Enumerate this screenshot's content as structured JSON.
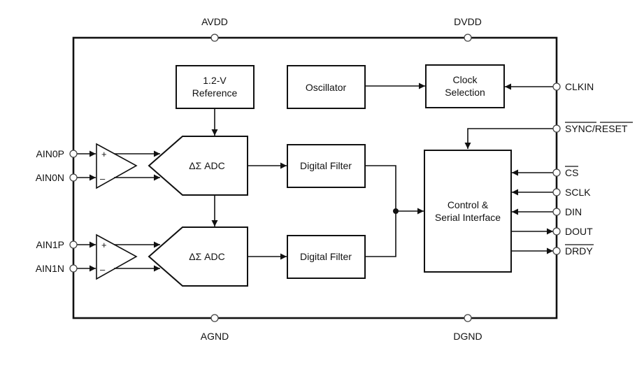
{
  "diagram": {
    "type": "block-diagram",
    "colors": {
      "line": "#111111",
      "background": "#ffffff",
      "pin_pad_fill": "#ffffff"
    },
    "supply_pins": {
      "top": [
        {
          "id": "avdd",
          "label": "AVDD"
        },
        {
          "id": "dvdd",
          "label": "DVDD"
        }
      ],
      "bottom": [
        {
          "id": "agnd",
          "label": "AGND"
        },
        {
          "id": "dgnd",
          "label": "DGND"
        }
      ]
    },
    "left_pins": [
      {
        "id": "ain0p",
        "label": "AIN0P"
      },
      {
        "id": "ain0n",
        "label": "AIN0N"
      },
      {
        "id": "ain1p",
        "label": "AIN1P"
      },
      {
        "id": "ain1n",
        "label": "AIN1N"
      }
    ],
    "right_pins": [
      {
        "id": "clkin",
        "label": "CLKIN",
        "direction": "in",
        "active_low": false
      },
      {
        "id": "sync_reset",
        "label_parts": [
          "SYNC",
          "/",
          "RESET"
        ],
        "label": "SYNC/RESET",
        "direction": "in",
        "active_low": true
      },
      {
        "id": "cs",
        "label": "CS",
        "direction": "in",
        "active_low": true
      },
      {
        "id": "sclk",
        "label": "SCLK",
        "direction": "in",
        "active_low": false
      },
      {
        "id": "din",
        "label": "DIN",
        "direction": "in",
        "active_low": false
      },
      {
        "id": "dout",
        "label": "DOUT",
        "direction": "out",
        "active_low": false
      },
      {
        "id": "drdy",
        "label": "DRDY",
        "direction": "out",
        "active_low": true
      }
    ],
    "blocks": {
      "reference": {
        "line1": "1.2-V",
        "line2": "Reference"
      },
      "oscillator": {
        "label": "Oscillator"
      },
      "clock_selection": {
        "line1": "Clock",
        "line2": "Selection"
      },
      "adc0": {
        "label": "ΔΣ ADC"
      },
      "adc1": {
        "label": "ΔΣ ADC"
      },
      "filter0": {
        "label": "Digital Filter"
      },
      "filter1": {
        "label": "Digital Filter"
      },
      "control": {
        "line1": "Control &",
        "line2": "Serial Interface"
      }
    },
    "amplifiers": [
      {
        "id": "pga0",
        "plus": "+",
        "minus": "–"
      },
      {
        "id": "pga1",
        "plus": "+",
        "minus": "–"
      }
    ]
  }
}
